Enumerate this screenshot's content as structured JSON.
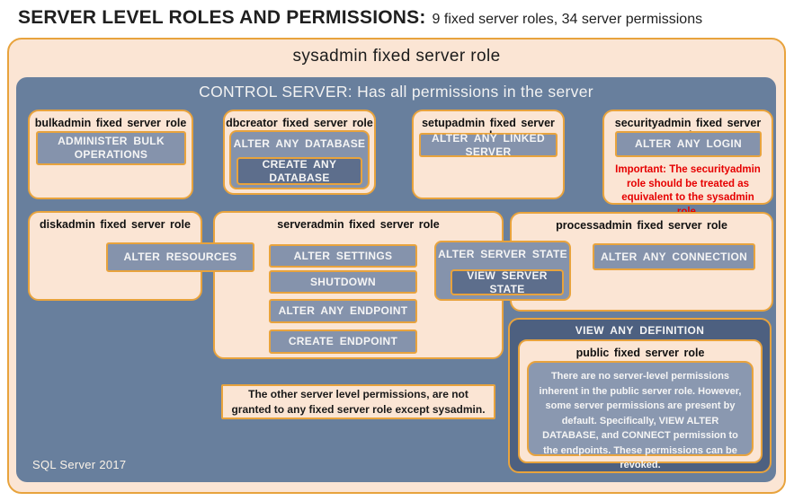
{
  "page": {
    "title_strong": "SERVER LEVEL ROLES AND PERMISSIONS:",
    "title_rest": "9 fixed server roles, 34 server permissions"
  },
  "sysadmin": {
    "label": "sysadmin fixed server role"
  },
  "control": {
    "header": "CONTROL SERVER: Has all permissions in the server",
    "footer": "SQL Server 2017"
  },
  "roles": {
    "bulkadmin": {
      "title": "bulkadmin fixed server role",
      "permissions": [
        "ADMINISTER BULK OPERATIONS"
      ]
    },
    "dbcreator": {
      "title": "dbcreator fixed server role",
      "outer_permission": "ALTER ANY DATABASE",
      "inner_permission": "CREATE ANY DATABASE"
    },
    "setupadmin": {
      "title": "setupadmin fixed server role",
      "permissions": [
        "ALTER ANY LINKED SERVER"
      ]
    },
    "securityadmin": {
      "title": "securityadmin fixed server role",
      "permissions": [
        "ALTER ANY LOGIN"
      ],
      "note": "Important: The securityadmin role should be treated as equivalent to the sysadmin role."
    },
    "diskadmin": {
      "title": "diskadmin fixed server role",
      "permissions": [
        "ALTER RESOURCES"
      ]
    },
    "serveradmin": {
      "title": "serveradmin fixed server role",
      "permissions": [
        "ALTER SETTINGS",
        "SHUTDOWN",
        "ALTER ANY ENDPOINT",
        "CREATE ENDPOINT"
      ],
      "outer_permission": "ALTER SERVER STATE",
      "inner_permission": "VIEW SERVER STATE"
    },
    "processadmin": {
      "title": "processadmin fixed server role",
      "permissions": [
        "ALTER ANY CONNECTION"
      ]
    },
    "public": {
      "container_permission": "VIEW ANY DEFINITION",
      "title": "public fixed server role",
      "note": "There are no server-level permissions inherent in the public server role. However, some server permissions are present by default. Specifically, VIEW ALTER DATABASE, and CONNECT permission to the endpoints. These permissions can be revoked."
    }
  },
  "footnote": "The other server level permissions, are not granted to any fixed server role except sysadmin.",
  "colors": {
    "accent_orange": "#E8A33D",
    "panel_blue": "#687F9D",
    "panel_blue_dark": "#4D6080",
    "permission_chip": "#8593AC",
    "permission_chip_dark": "#5D6E8C",
    "role_peach": "#FBE5D4",
    "warning_red": "#E60000"
  }
}
